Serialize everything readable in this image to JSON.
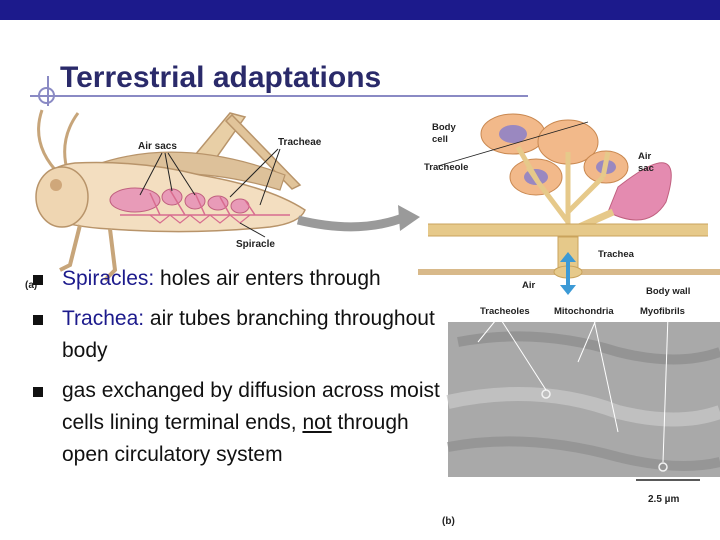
{
  "slide": {
    "title": "Terrestrial adaptations"
  },
  "figure_a": {
    "panel_label": "(a)",
    "labels": {
      "air_sacs": "Air sacs",
      "tracheae": "Tracheae",
      "spiracle": "Spiracle"
    }
  },
  "figure_b": {
    "panel_label": "(b)",
    "labels": {
      "body_cell_line1": "Body",
      "body_cell_line2": "cell",
      "tracheole": "Tracheole",
      "air_sac_line1": "Air",
      "air_sac_line2": "sac",
      "trachea": "Trachea",
      "air": "Air",
      "body_wall": "Body wall",
      "tracheoles": "Tracheoles",
      "mitochondria": "Mitochondria",
      "myofibrils": "Myofibrils",
      "scale": "2.5 µm"
    }
  },
  "bullets": [
    {
      "term": "Spiracles:",
      "text": " holes air enters through"
    },
    {
      "term": "Trachea:",
      "text": " air tubes branching throughout body"
    },
    {
      "pre": "gas exchanged by diffusion across moist cells lining terminal ends, ",
      "underlined": "not",
      "post": " through open circulatory system"
    }
  ],
  "colors": {
    "top_bar": "#1c1a8c",
    "term_color": "#1c1a8c",
    "title_color": "#2a2a6a"
  }
}
